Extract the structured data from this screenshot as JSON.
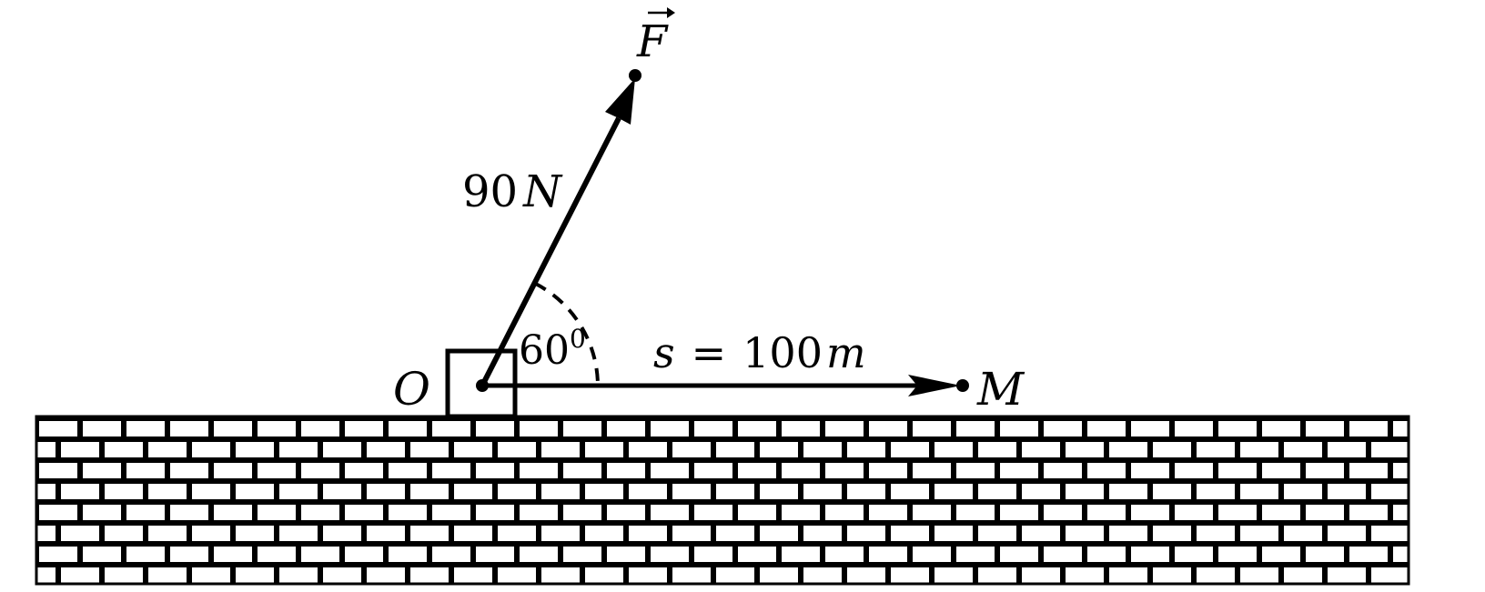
{
  "labels": {
    "force_symbol": "F",
    "force_magnitude_number": "90",
    "force_magnitude_unit": "N",
    "angle_value": "60",
    "angle_unit": "0",
    "displacement_var": "s",
    "displacement_eq": "=",
    "displacement_number": "100",
    "displacement_unit": "m",
    "origin": "O",
    "endpoint": "M"
  },
  "physics": {
    "force_N": 90,
    "angle_deg": 60,
    "displacement_m": 100
  },
  "colors": {
    "ink": "#000000",
    "background": "#ffffff"
  }
}
